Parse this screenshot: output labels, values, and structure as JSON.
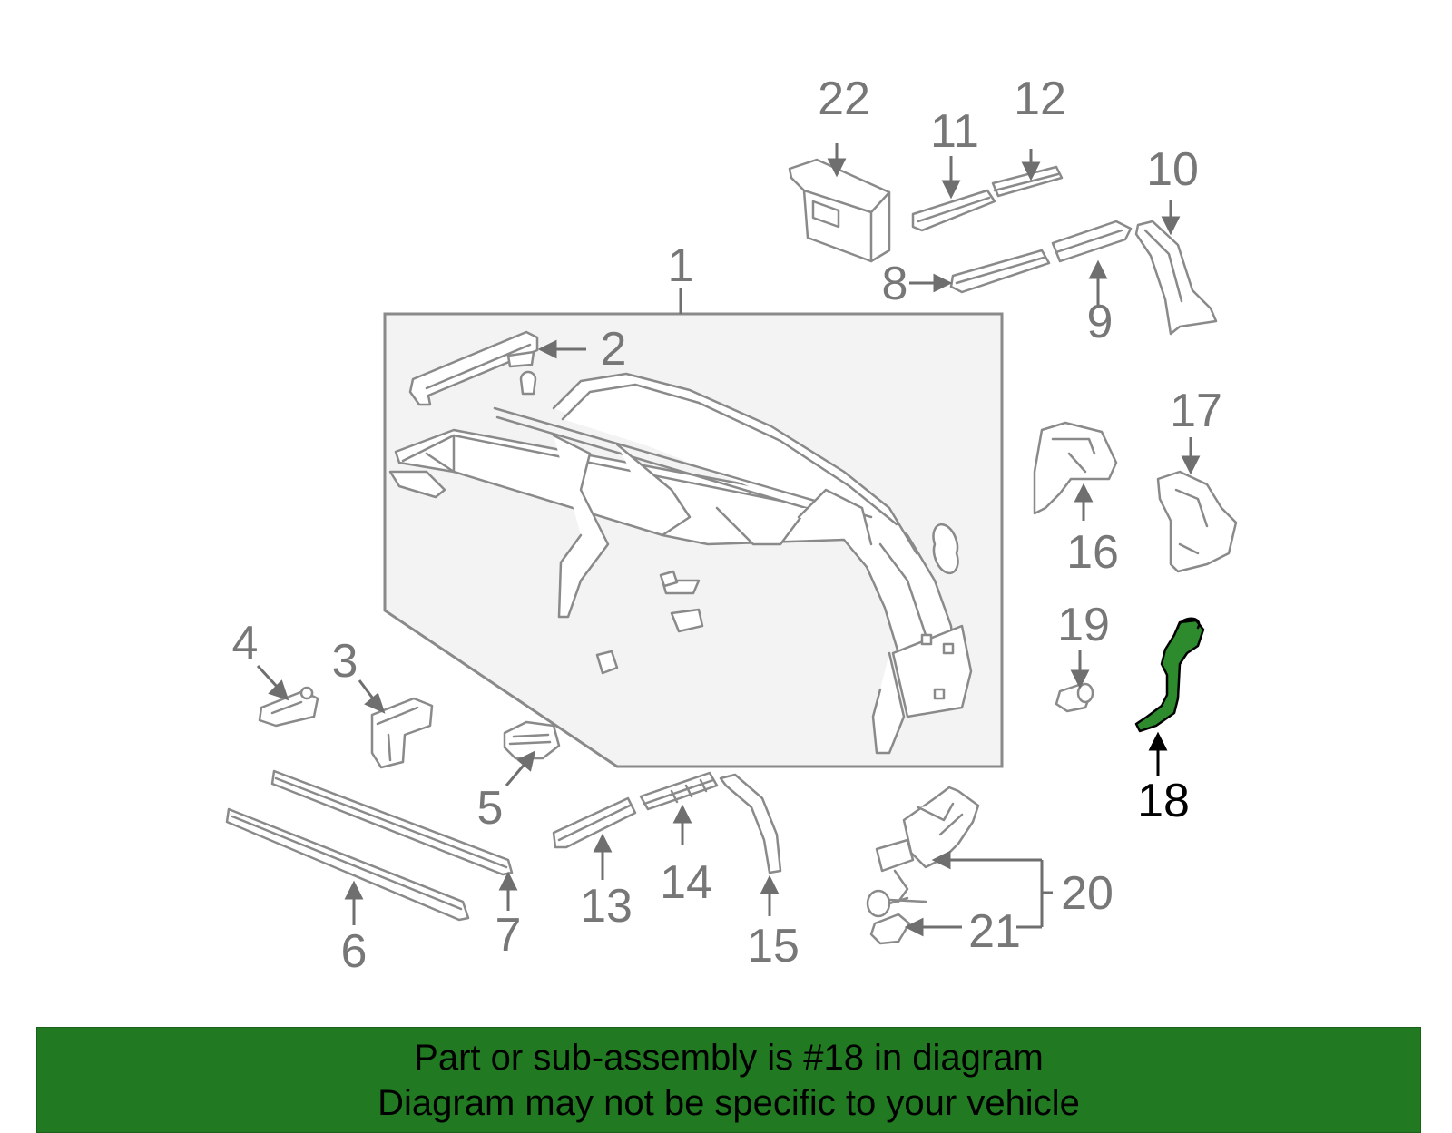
{
  "diagram": {
    "callouts": [
      {
        "id": "1",
        "label": "1"
      },
      {
        "id": "2",
        "label": "2"
      },
      {
        "id": "3",
        "label": "3"
      },
      {
        "id": "4",
        "label": "4"
      },
      {
        "id": "5",
        "label": "5"
      },
      {
        "id": "6",
        "label": "6"
      },
      {
        "id": "7",
        "label": "7"
      },
      {
        "id": "8",
        "label": "8"
      },
      {
        "id": "9",
        "label": "9"
      },
      {
        "id": "10",
        "label": "10"
      },
      {
        "id": "11",
        "label": "11"
      },
      {
        "id": "12",
        "label": "12"
      },
      {
        "id": "13",
        "label": "13"
      },
      {
        "id": "14",
        "label": "14"
      },
      {
        "id": "15",
        "label": "15"
      },
      {
        "id": "16",
        "label": "16"
      },
      {
        "id": "17",
        "label": "17"
      },
      {
        "id": "18",
        "label": "18",
        "highlighted": true
      },
      {
        "id": "19",
        "label": "19"
      },
      {
        "id": "20",
        "label": "20"
      },
      {
        "id": "21",
        "label": "21"
      },
      {
        "id": "22",
        "label": "22"
      }
    ]
  },
  "colors": {
    "part_stroke": "#8a8a8a",
    "label_gray": "#777777",
    "highlight_green": "#2d8a2d",
    "banner_green": "#217a21",
    "assembly_box_fill": "#f3f3f3"
  },
  "banner": {
    "line1": "Part or sub-assembly is #18 in diagram",
    "line2": "Diagram may not be specific to your vehicle"
  }
}
